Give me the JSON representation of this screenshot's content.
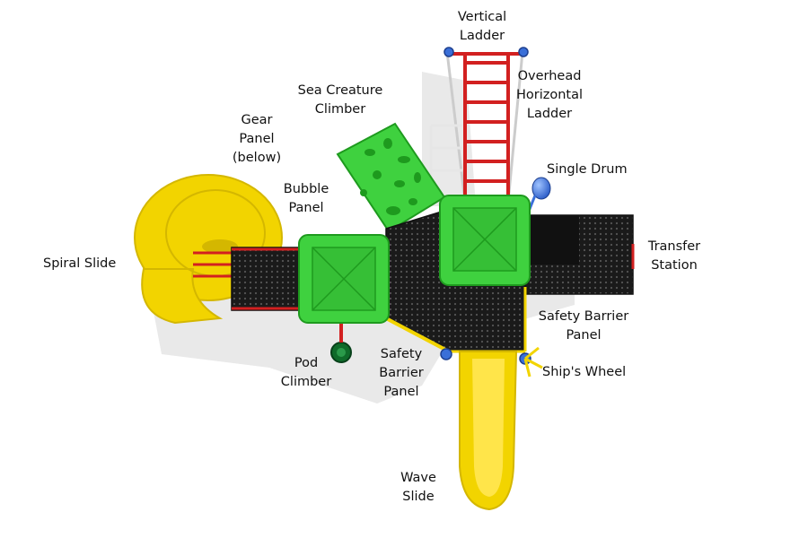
{
  "diagram": {
    "labels": {
      "vertical_ladder": [
        "Vertical",
        "Ladder"
      ],
      "overhead_horizontal_ladder": [
        "Overhead",
        "Horizontal",
        "Ladder"
      ],
      "sea_creature_climber": [
        "Sea Creature",
        "Climber"
      ],
      "gear_panel": [
        "Gear",
        "Panel",
        "(below)"
      ],
      "single_drum": [
        "Single Drum"
      ],
      "bubble_panel": [
        "Bubble",
        "Panel"
      ],
      "transfer_station": [
        "Transfer",
        "Station"
      ],
      "spiral_slide": [
        "Spiral Slide"
      ],
      "safety_barrier_panel_right": [
        "Safety Barrier",
        "Panel"
      ],
      "pod_climber": [
        "Pod",
        "Climber"
      ],
      "safety_barrier_panel_center": [
        "Safety",
        "Barrier",
        "Panel"
      ],
      "ships_wheel": [
        "Ship's Wheel"
      ],
      "wave_slide": [
        "Wave",
        "Slide"
      ]
    },
    "colors": {
      "roof_green": "#3fd13f",
      "roof_dark_green": "#1e9a1e",
      "slide_yellow": "#f2d400",
      "frame_red": "#d22020",
      "deck_black": "#1a1a1a",
      "drum_blue": "#3a6fd8",
      "wheel_green": "#0f6b2a"
    }
  }
}
